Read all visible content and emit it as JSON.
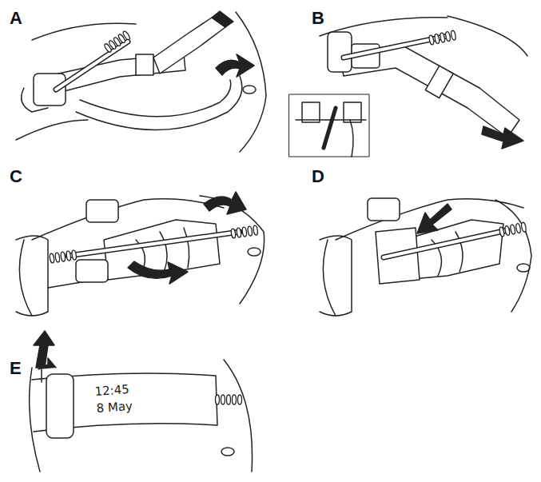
{
  "diagram": {
    "labels": [
      "A",
      "B",
      "C",
      "D",
      "E",
      "12:45",
      "8 May"
    ]
  }
}
